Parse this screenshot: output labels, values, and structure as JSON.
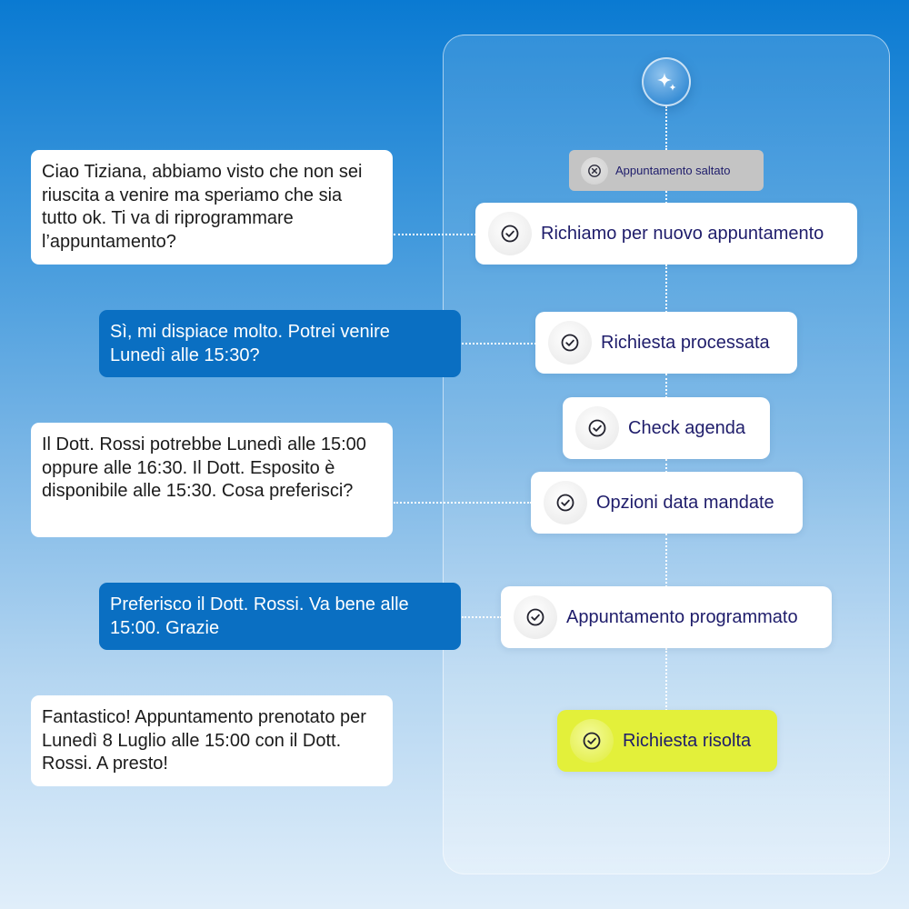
{
  "messages": [
    {
      "text": "Ciao Tiziana, abbiamo visto che non sei riuscita a venire ma speriamo che sia tutto ok. Ti va di riprogrammare l’appuntamento?"
    },
    {
      "text": "Sì, mi dispiace molto. Potrei venire Lunedì alle 15:30?"
    },
    {
      "text": "Il Dott. Rossi potrebbe Lunedì alle 15:00 oppure alle 16:30. Il Dott. Esposito è disponibile alle 15:30. Cosa preferisci?"
    },
    {
      "text": "Preferisco il Dott. Rossi. Va bene alle 15:00. Grazie"
    },
    {
      "text": "Fantastico! Appuntamento prenotato per Lunedì 8 Luglio alle 15:00 con il Dott. Rossi. A presto!"
    }
  ],
  "flow": {
    "start_icon": "sparkle-icon",
    "steps": [
      {
        "label": "Appuntamento saltato",
        "icon": "x-circle-icon",
        "status": "skipped"
      },
      {
        "label": "Richiamo per nuovo appuntamento",
        "icon": "check-circle-icon",
        "status": "done"
      },
      {
        "label": "Richiesta processata",
        "icon": "check-circle-icon",
        "status": "done"
      },
      {
        "label": "Check agenda",
        "icon": "check-circle-icon",
        "status": "done"
      },
      {
        "label": "Opzioni data mandate",
        "icon": "check-circle-icon",
        "status": "done"
      },
      {
        "label": "Appuntamento programmato",
        "icon": "check-circle-icon",
        "status": "done"
      },
      {
        "label": "Richiesta risolta",
        "icon": "check-circle-icon",
        "status": "resolved"
      }
    ]
  },
  "colors": {
    "agent_bubble": "#ffffff",
    "user_bubble": "#0a6fc2",
    "step_label": "#1f1d6b",
    "resolved_highlight": "#e3f03a",
    "skipped_step": "#c4c4c4"
  }
}
